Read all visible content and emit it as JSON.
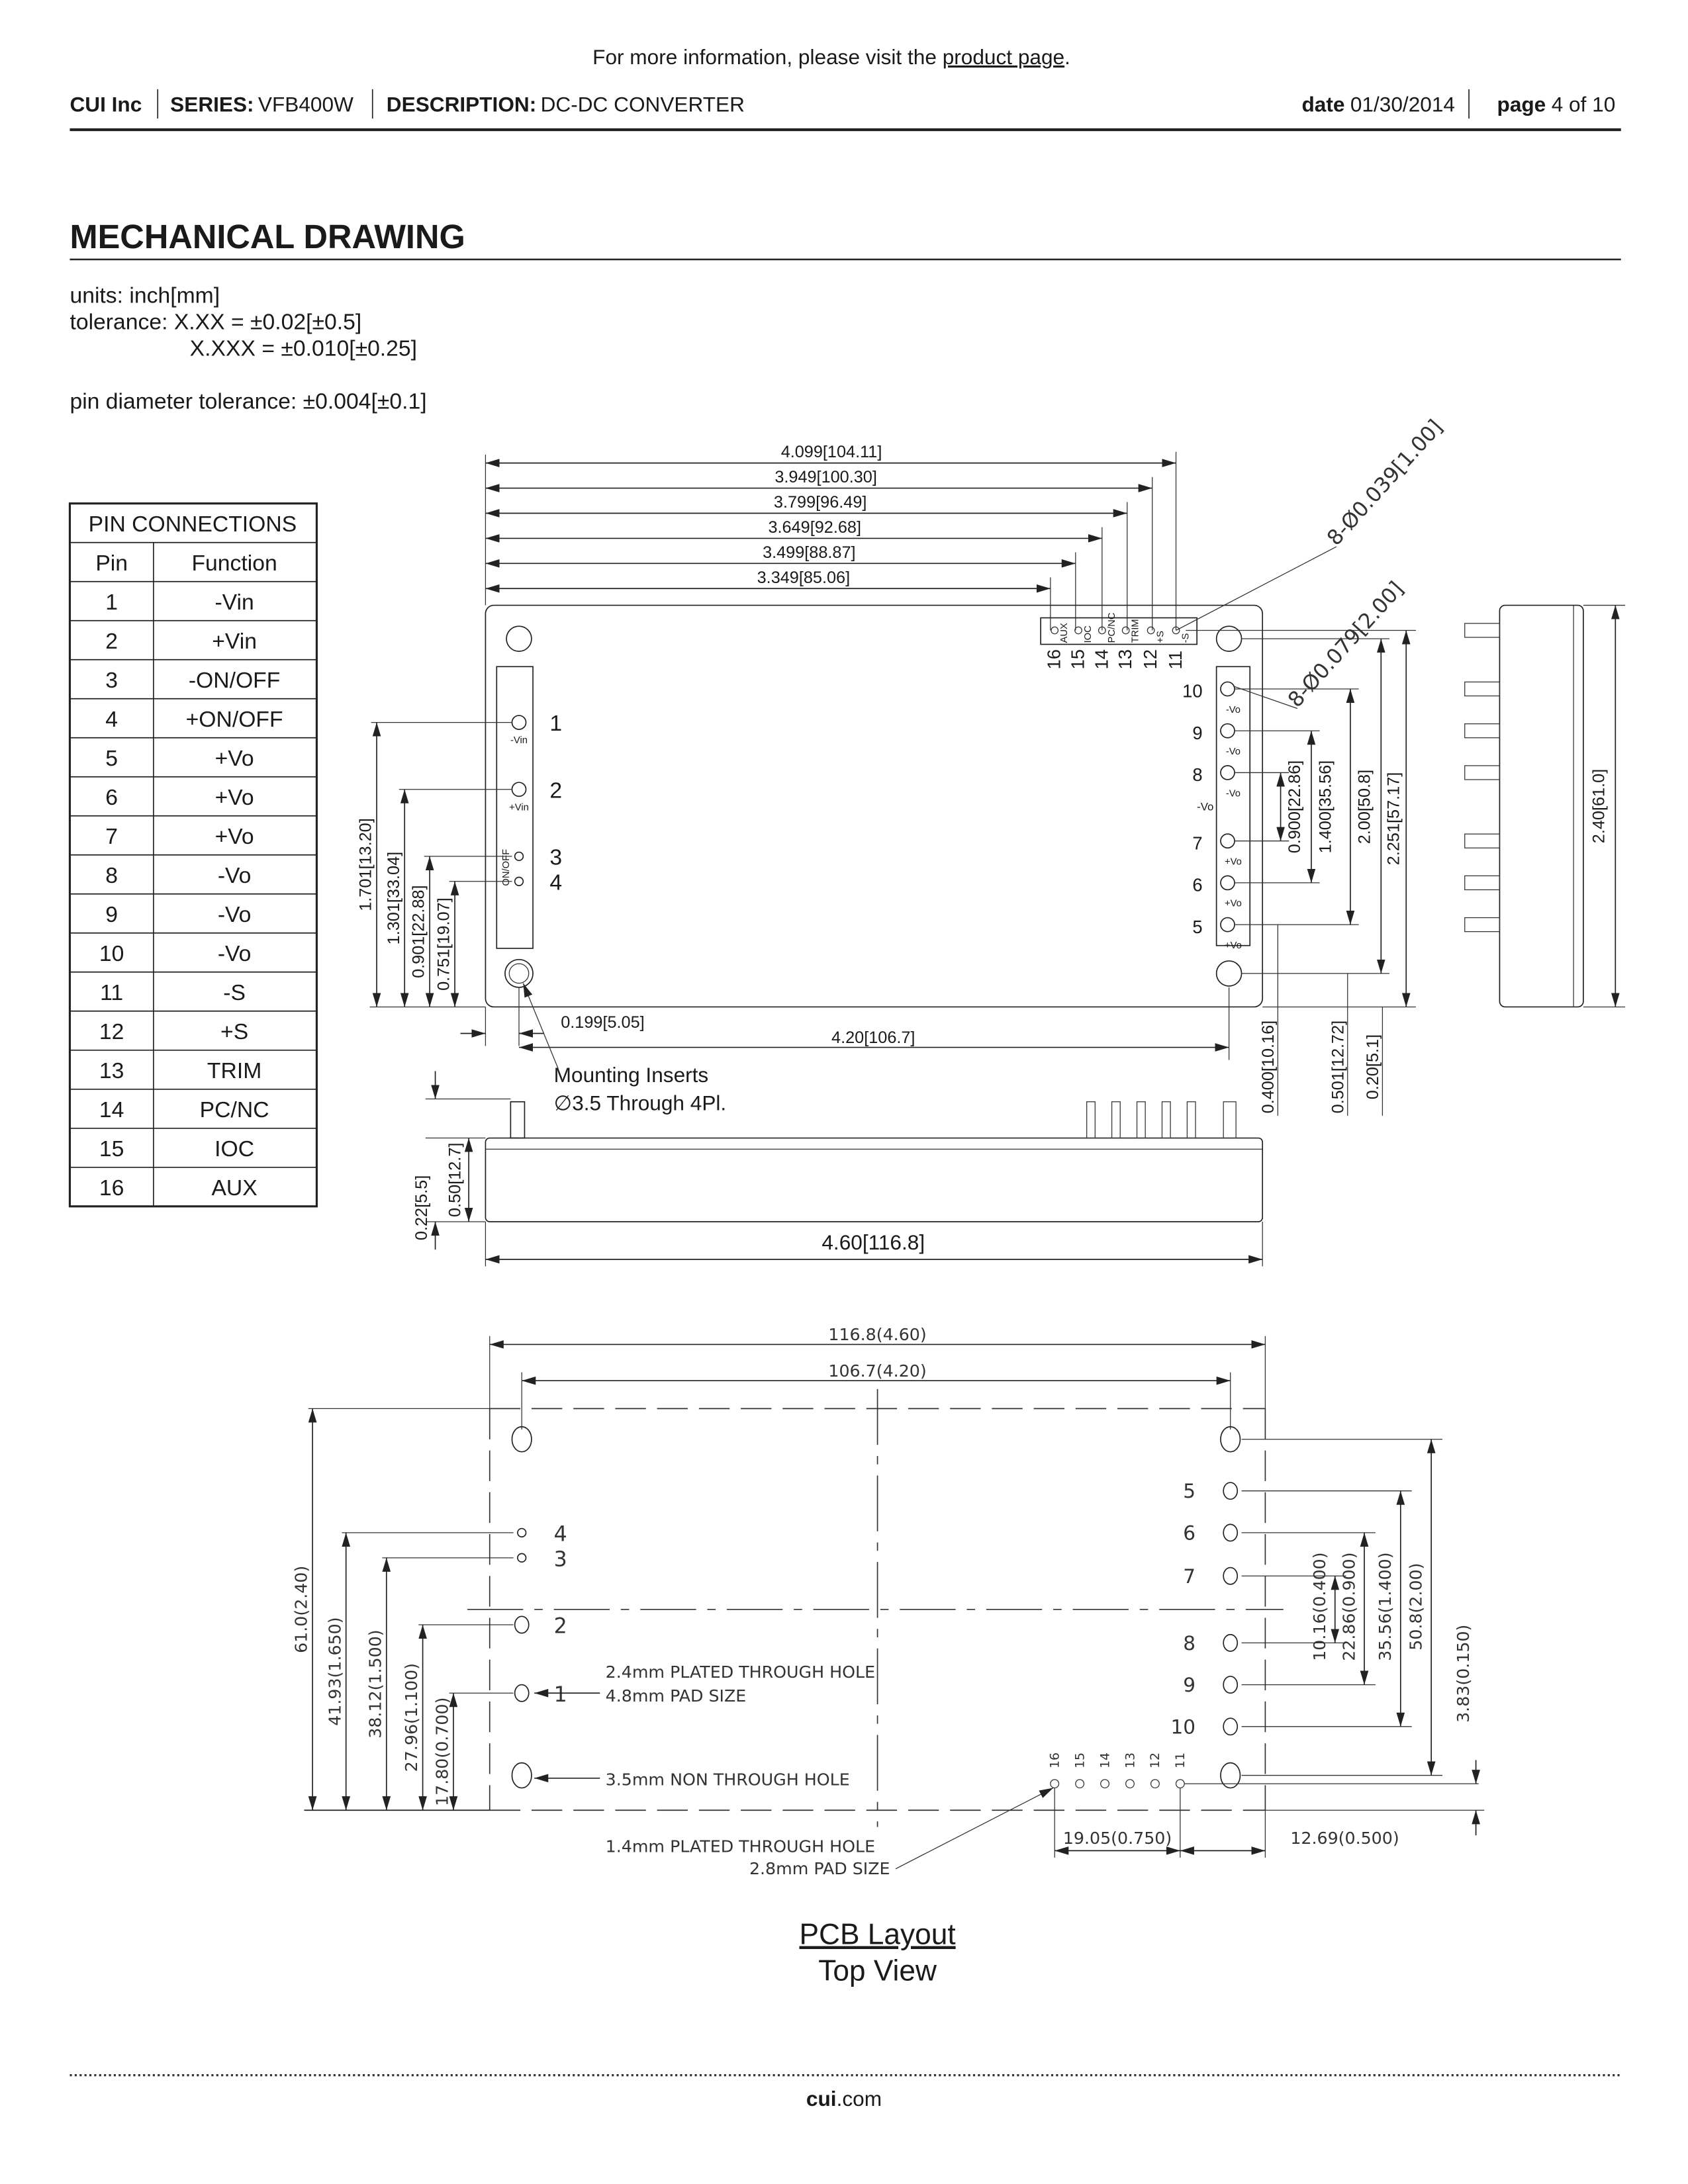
{
  "top_note": {
    "prefix": "For more information, please visit the ",
    "link": "product page",
    "suffix": "."
  },
  "header": {
    "company": "CUI Inc",
    "series_label": "SERIES:",
    "series": "VFB400W",
    "description_label": "DESCRIPTION:",
    "description": "DC-DC CONVERTER",
    "date_label": "date",
    "date": "01/30/2014",
    "page_label": "page",
    "page": "4 of 10"
  },
  "section_title": "MECHANICAL DRAWING",
  "notes": {
    "units": "units: inch[mm]",
    "tolerance1": "tolerance: X.XX = ±0.02[±0.5]",
    "tolerance2": "X.XXX = ±0.010[±0.25]",
    "pin_tolerance": "pin diameter tolerance: ±0.004[±0.1]"
  },
  "pin_table": {
    "title": "PIN CONNECTIONS",
    "headers": [
      "Pin",
      "Function"
    ],
    "rows": [
      [
        "1",
        "-Vin"
      ],
      [
        "2",
        "+Vin"
      ],
      [
        "3",
        "-ON/OFF"
      ],
      [
        "4",
        "+ON/OFF"
      ],
      [
        "5",
        "+Vo"
      ],
      [
        "6",
        "+Vo"
      ],
      [
        "7",
        "+Vo"
      ],
      [
        "8",
        "-Vo"
      ],
      [
        "9",
        "-Vo"
      ],
      [
        "10",
        "-Vo"
      ],
      [
        "11",
        "-S"
      ],
      [
        "12",
        "+S"
      ],
      [
        "13",
        "TRIM"
      ],
      [
        "14",
        "PC/NC"
      ],
      [
        "15",
        "IOC"
      ],
      [
        "16",
        "AUX"
      ]
    ]
  },
  "top_view": {
    "h_dims": [
      "4.099[104.11]",
      "3.949[100.30]",
      "3.799[96.49]",
      "3.649[92.68]",
      "3.499[88.87]",
      "3.349[85.06]"
    ],
    "hole_callout_1": "8-Ø0.039[1.00]",
    "hole_callout_2": "8-Ø0.079[2.00]",
    "top_pin_numbers": [
      "16",
      "15",
      "14",
      "13",
      "12",
      "11"
    ],
    "top_pin_labels": [
      "AUX",
      "IOC",
      "PC/NC",
      "TRIM",
      "+S",
      "-S"
    ],
    "right_pin_numbers": [
      "10",
      "9",
      "8",
      "7",
      "6",
      "5"
    ],
    "right_pin_labels": [
      "-Vo",
      "-Vo",
      "-Vo",
      "+Vo",
      "+Vo",
      "+Vo"
    ],
    "right_group_label": "-Vo",
    "left_pin_numbers": [
      "1",
      "2",
      "3",
      "4"
    ],
    "left_pin_labels": [
      "-Vin",
      "+Vin",
      "ON/OFF"
    ],
    "left_dims": [
      "1.701[13.20]",
      "1.301[33.04]",
      "0.901[22.88]",
      "0.751[19.07]"
    ],
    "right_dims": [
      "0.900[22.86]",
      "1.400[35.56]",
      "2.00[50.8]",
      "2.251[57.17]"
    ],
    "bottom_right_dims": [
      "0.400[10.16]",
      "0.501[12.72]",
      "0.20[5.1]"
    ],
    "side_dim": "2.40[61.0]",
    "dim_0199": "0.199[5.05]",
    "dim_420": "4.20[106.7]",
    "mounting_1": "Mounting Inserts",
    "mounting_2": "∅3.5 Through 4Pl."
  },
  "side_view": {
    "dims": [
      "0.22[5.5]",
      "0.50[12.7]"
    ],
    "width": "4.60[116.8]"
  },
  "pcb": {
    "dim_total": "116.8(4.60)",
    "dim_holes": "106.7(4.20)",
    "left_dims": [
      "61.0(2.40)",
      "41.93(1.650)",
      "38.12(1.500)",
      "27.96(1.100)",
      "17.80(0.700)"
    ],
    "right_dims": [
      "10.16(0.400)",
      "22.86(0.900)",
      "35.56(1.400)",
      "50.8(2.00)",
      "3.83(0.150)"
    ],
    "right_pin_numbers": [
      "5",
      "6",
      "7",
      "8",
      "9",
      "10"
    ],
    "left_pin_numbers": [
      "4",
      "3",
      "2",
      "1"
    ],
    "small_pin_numbers": [
      "16",
      "15",
      "14",
      "13",
      "12",
      "11"
    ],
    "note_plated_1": "2.4mm PLATED THROUGH HOLE",
    "note_plated_2": "4.8mm PAD SIZE",
    "note_non_through": "3.5mm NON THROUGH HOLE",
    "note_small_1": "1.4mm PLATED THROUGH HOLE",
    "note_small_2": "2.8mm PAD SIZE",
    "dim_1905": "19.05(0.750)",
    "dim_1269": "12.69(0.500)",
    "caption_1": "PCB Layout",
    "caption_2": "Top View"
  },
  "footer": {
    "bold": "cui",
    "rest": ".com"
  }
}
